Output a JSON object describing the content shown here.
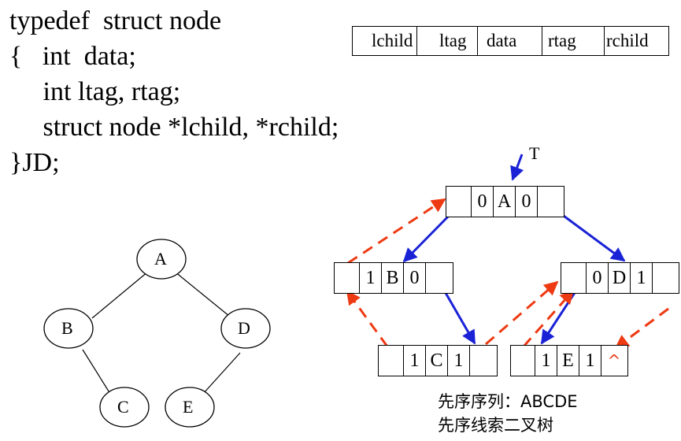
{
  "code": {
    "line1": "typedef  struct node",
    "line2": "{   int  data;",
    "line3": "     int ltag, rtag;",
    "line4": "     struct node *lchild, *rchild;",
    "line5": "}JD;"
  },
  "node_fields": [
    "lchild",
    "ltag",
    "data",
    "rtag",
    "rchild"
  ],
  "pointer_label": "T",
  "tree": {
    "A": "A",
    "B": "B",
    "C": "C",
    "D": "D",
    "E": "E"
  },
  "threaded_nodes": {
    "A": [
      "",
      "0",
      "A",
      "0",
      ""
    ],
    "B": [
      "",
      "1",
      "B",
      "0",
      ""
    ],
    "C": [
      "",
      "1",
      "C",
      "1",
      ""
    ],
    "D": [
      "",
      "0",
      "D",
      "1",
      ""
    ],
    "E": [
      "",
      "1",
      "E",
      "1",
      "^"
    ]
  },
  "captions": {
    "sequence": "先序序列：ABCDE",
    "title": "先序线索二叉树"
  },
  "colors": {
    "child_link": "#1a22d6",
    "thread_link": "#ee3a12",
    "null_mark": "#e83a1a"
  }
}
